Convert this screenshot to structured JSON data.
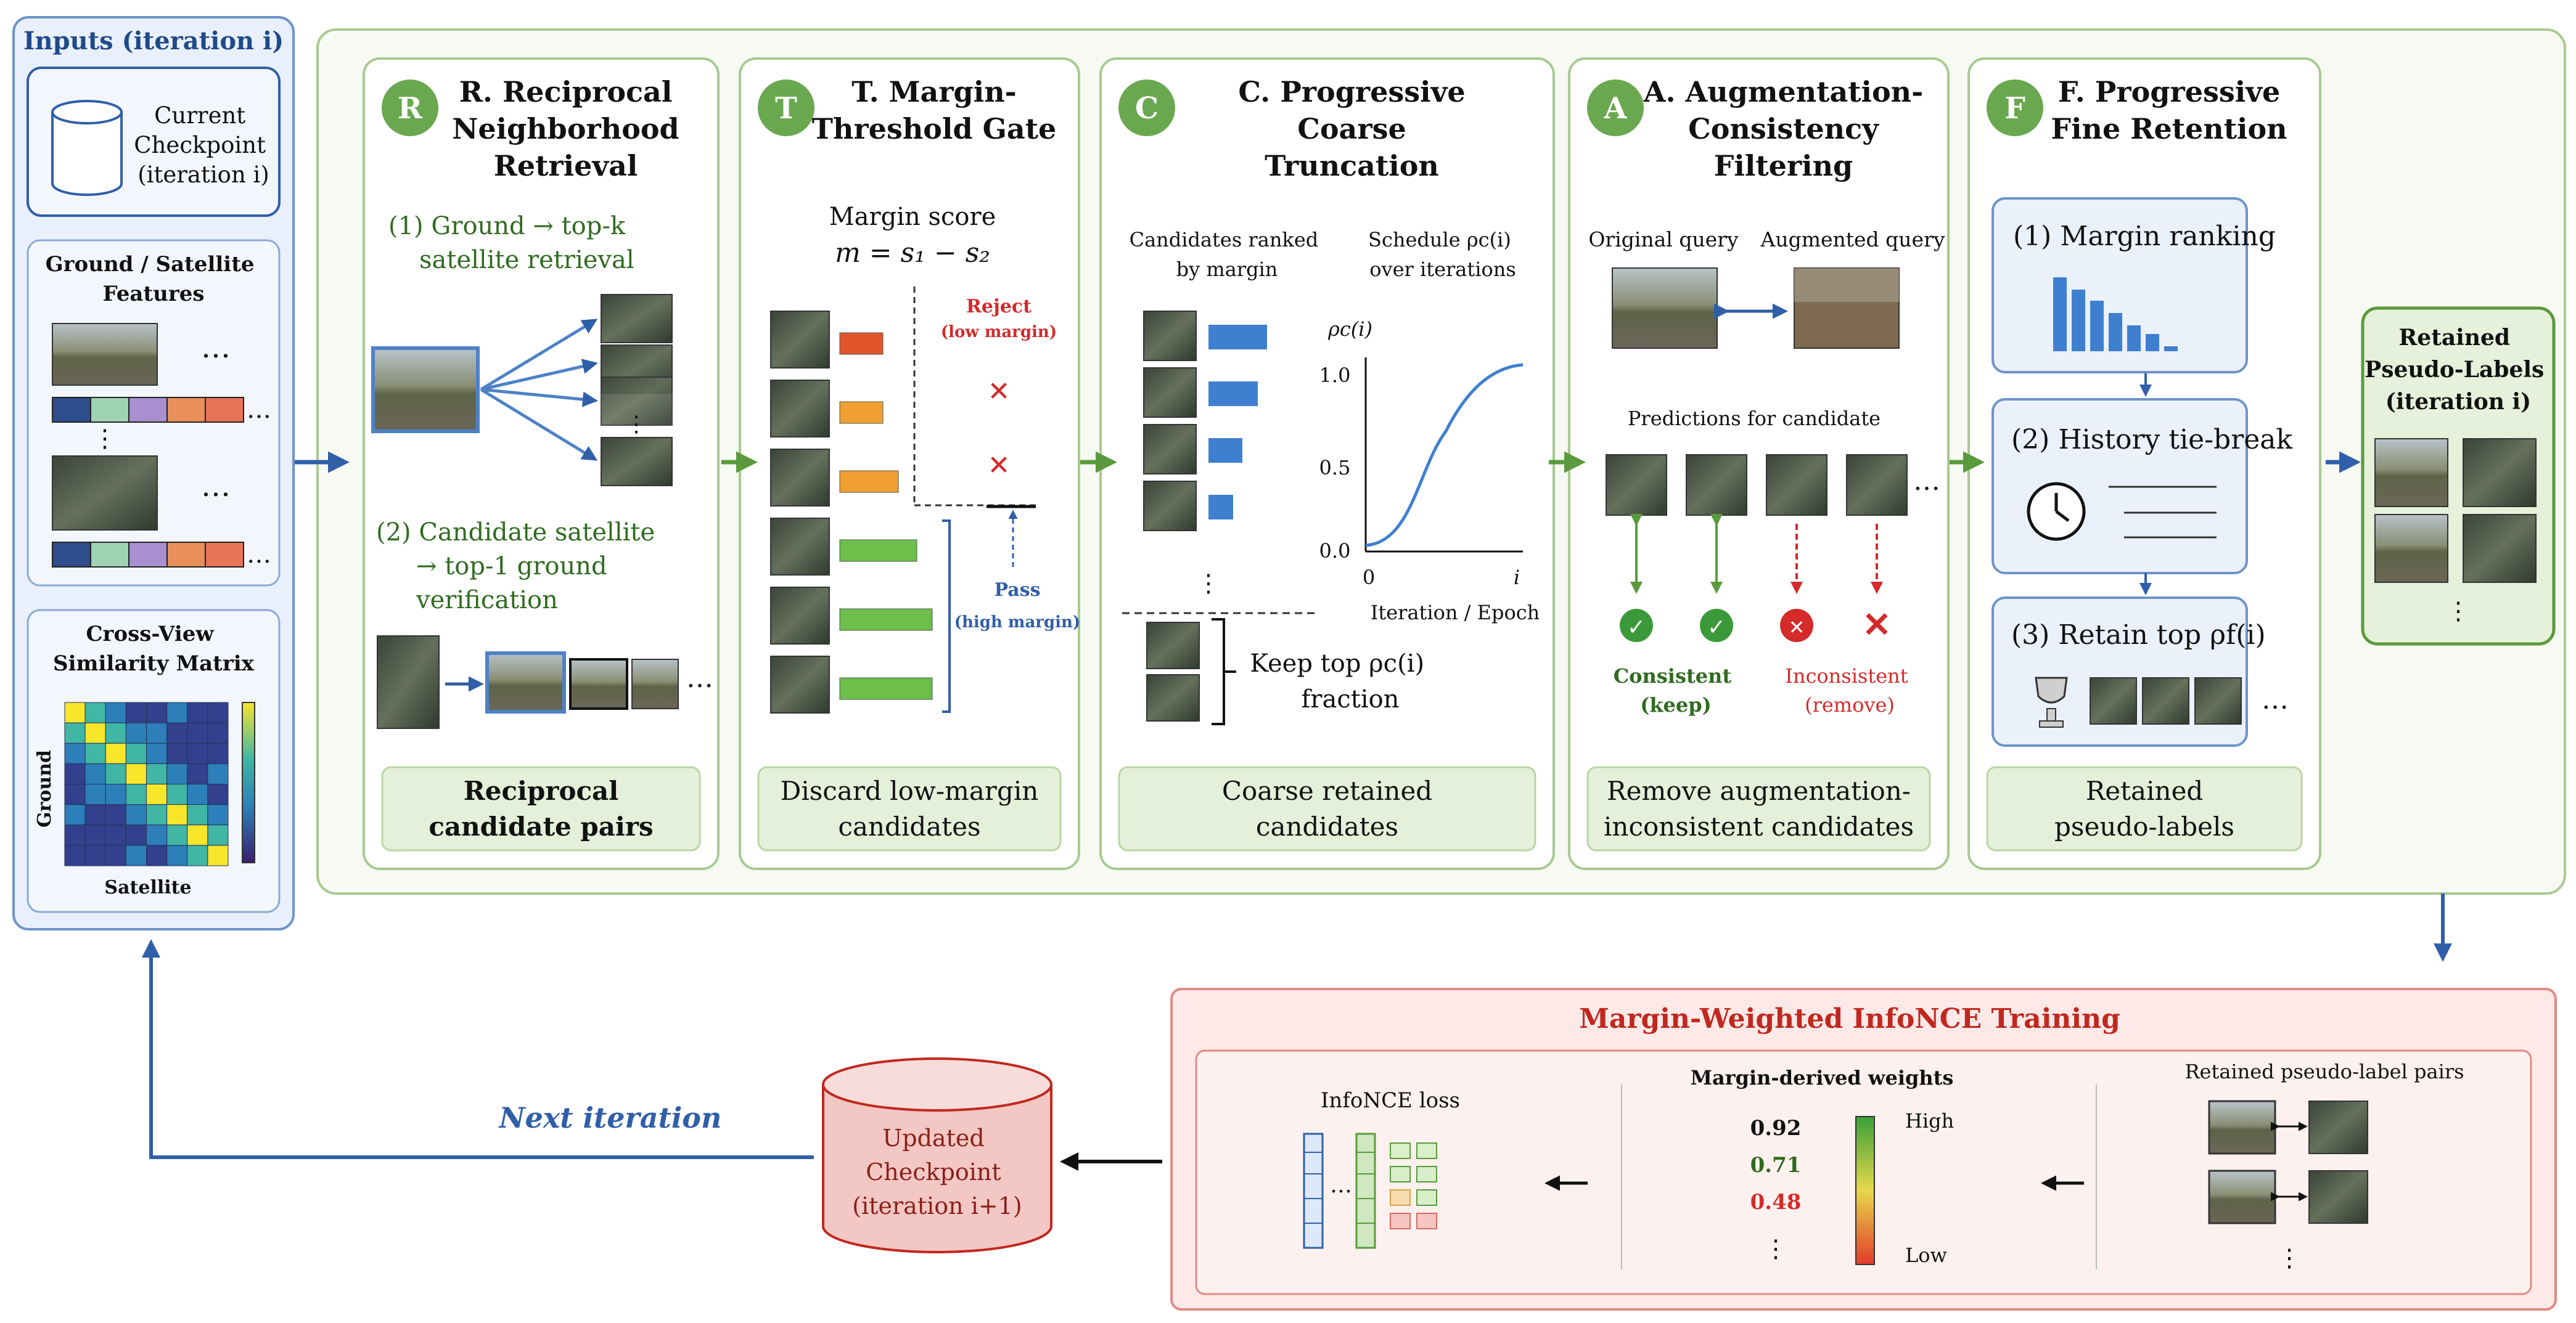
{
  "inputs": {
    "title": "Inputs (iteration i)",
    "checkpoint": [
      "Current",
      "Checkpoint",
      "(iteration i)"
    ],
    "features_title": [
      "Ground / Satellite",
      "Features"
    ],
    "matrix_title": [
      "Cross-View",
      "Similarity Matrix"
    ],
    "matrix_ylabel": "Ground",
    "matrix_xlabel": "Satellite"
  },
  "stages": [
    {
      "letter": "R",
      "title": [
        "R. Reciprocal",
        "Neighborhood",
        "Retrieval"
      ],
      "footer": [
        "Reciprocal",
        "candidate pairs"
      ]
    },
    {
      "letter": "T",
      "title": [
        "T. Margin-",
        "Threshold Gate"
      ],
      "footer": [
        "Discard low-margin",
        "candidates"
      ]
    },
    {
      "letter": "C",
      "title": [
        "C. Progressive",
        "Coarse",
        "Truncation"
      ],
      "footer": [
        "Coarse retained",
        "candidates"
      ]
    },
    {
      "letter": "A",
      "title": [
        "A. Augmentation-",
        "Consistency",
        "Filtering"
      ],
      "footer": [
        "Remove augmentation-",
        "inconsistent candidates"
      ]
    },
    {
      "letter": "F",
      "title": [
        "F. Progressive",
        "Fine Retention"
      ],
      "footer": [
        "Retained",
        "pseudo-labels"
      ]
    }
  ],
  "stage_r": {
    "step1": [
      "(1) Ground → top-k",
      "satellite retrieval"
    ],
    "step2": [
      "(2) Candidate satellite",
      "→ top-1 ground",
      "verification"
    ]
  },
  "stage_t": {
    "margin_label": "Margin score",
    "formula": "m = s₁ − s₂",
    "reject": "Reject",
    "reject_sub": "(low margin)",
    "pass": "Pass",
    "pass_sub": "(high margin)",
    "bar_colors": [
      "#e0552b",
      "#f0a030",
      "#f0a030",
      "#6cbf4a",
      "#6cbf4a",
      "#6cbf4a"
    ]
  },
  "stage_c": {
    "ranked_label": [
      "Candidates ranked",
      "by margin"
    ],
    "schedule_label": [
      "Schedule ρc(i)",
      "over iterations"
    ],
    "y_axis_label": "ρc(i)",
    "y_ticks": [
      "1.0",
      "0.5",
      "0.0"
    ],
    "x_ticks": [
      "0",
      "i"
    ],
    "x_axis_label": "Iteration / Epoch",
    "keep_label": [
      "Keep top  ρc(i)",
      "fraction"
    ]
  },
  "stage_a": {
    "original": "Original query",
    "augmented": "Augmented query",
    "predictions": "Predictions for candidate",
    "consistent": [
      "Consistent",
      "(keep)"
    ],
    "inconsistent": [
      "Inconsistent",
      "(remove)"
    ]
  },
  "stage_f": {
    "step1": "(1) Margin ranking",
    "step2": "(2) History tie-break",
    "step3": "(3) Retain top ρf(i)"
  },
  "retained": {
    "title": [
      "Retained",
      "Pseudo-Labels",
      "(iteration i)"
    ]
  },
  "training": {
    "title": "Margin-Weighted InfoNCE Training",
    "pairs_label": "Retained pseudo-label pairs",
    "weights_label": "Margin-derived weights",
    "weights": [
      "0.92",
      "0.71",
      "0.48"
    ],
    "high": "High",
    "low": "Low",
    "loss_label": "InfoNCE loss"
  },
  "updated": [
    "Updated",
    "Checkpoint",
    "(iteration i+1)"
  ],
  "next_iteration": "Next iteration",
  "colors": {
    "blue": "#2f5fa8",
    "green": "#5a9a3c",
    "red": "#d42a2a",
    "panel_green": "#eaf3e1",
    "panel_blue": "#eaf1fb",
    "panel_red": "#fde9e7"
  }
}
